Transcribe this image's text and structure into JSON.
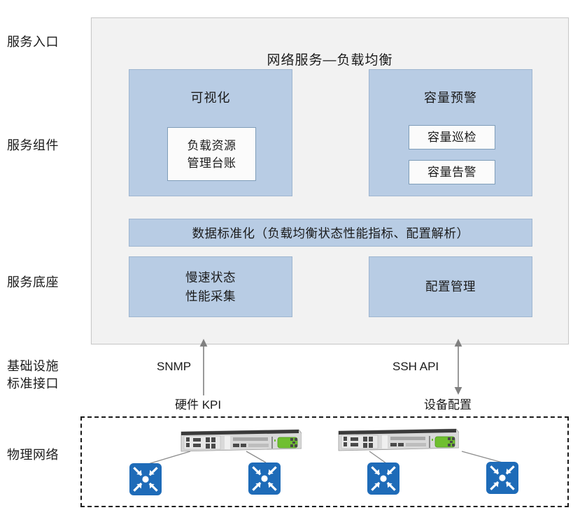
{
  "diagram": {
    "title": "网络服务—负载均衡",
    "tiers": [
      {
        "label": "服务入口"
      },
      {
        "label": "服务组件"
      },
      {
        "label": "服务底座"
      },
      {
        "label": "基础设施\n标准接口"
      },
      {
        "label": "物理网络"
      }
    ],
    "components": {
      "visualization": {
        "title": "可视化",
        "cards": [
          {
            "label": "负载资源\n管理台账"
          }
        ]
      },
      "capacity_alert": {
        "title": "容量预警",
        "cards": [
          {
            "label": "容量巡检"
          },
          {
            "label": "容量告警"
          }
        ]
      }
    },
    "standardization_bar": {
      "label": "数据标准化（负载均衡状态性能指标、配置解析）"
    },
    "base_layer": [
      {
        "label": "慢速状态\n性能采集"
      },
      {
        "label": "配置管理"
      }
    ],
    "interfaces": [
      {
        "protocol": "SNMP",
        "payload": "硬件 KPI",
        "direction": "up",
        "arrow_icon": "arrow-up-icon"
      },
      {
        "protocol": "SSH API",
        "payload": "设备配置",
        "direction": "both",
        "arrow_icon": "arrow-up-down-icon"
      }
    ],
    "physical_network": {
      "appliances": [
        {
          "name": "load-balancer-appliance-1",
          "icon": "rack-appliance-icon"
        },
        {
          "name": "load-balancer-appliance-2",
          "icon": "rack-appliance-icon"
        }
      ],
      "switches": [
        {
          "name": "switch-1",
          "icon": "network-switch-icon"
        },
        {
          "name": "switch-2",
          "icon": "network-switch-icon"
        },
        {
          "name": "switch-3",
          "icon": "network-switch-icon"
        },
        {
          "name": "switch-4",
          "icon": "network-switch-icon"
        }
      ]
    },
    "colors": {
      "panel_fill": "#b8cce4",
      "panel_border": "#9fb6d0",
      "container_fill": "#f2f2f2",
      "container_border": "#c8c8c8",
      "card_fill": "#fbfbfb",
      "card_border": "#7f9db9",
      "switch_blue": "#1e6bb8",
      "arrow_gray": "#808080",
      "text": "#1a1a1a",
      "appliance_body": "#d9d9d9",
      "appliance_top": "#3a3a3a",
      "lcd_green": "#6fbf2f"
    }
  }
}
